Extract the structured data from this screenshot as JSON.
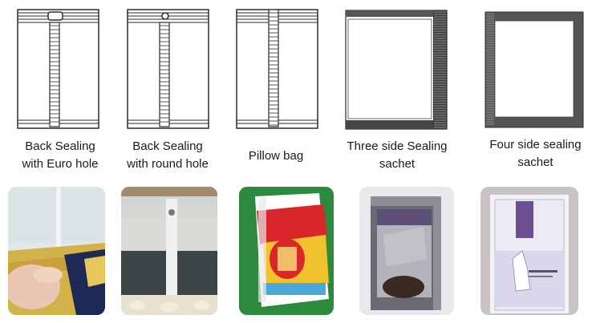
{
  "bag_types": [
    {
      "line1": "Back Sealing",
      "line2": "with Euro hole"
    },
    {
      "line1": "Back Sealing",
      "line2": "with round hole"
    },
    {
      "line1": "Pillow bag",
      "line2": ""
    },
    {
      "line1": "Three side Sealing",
      "line2": "sachet"
    },
    {
      "line1": "Four side sealing",
      "line2": "sachet"
    }
  ],
  "colors": {
    "outline": "#2b2b2b",
    "seal_dark": "#3a3a3a",
    "photo1_bg": "#dfe6ea",
    "photo3_bg": "#2b8a3e",
    "photo5_bg": "#c9c3c7"
  },
  "photos": [
    {
      "icon": "pillow-snack-bag-photo"
    },
    {
      "icon": "round-hole-bag-photo"
    },
    {
      "icon": "euro-hole-pillow-photo"
    },
    {
      "icon": "three-side-sachet-photo"
    },
    {
      "icon": "four-side-sachet-photo"
    }
  ]
}
